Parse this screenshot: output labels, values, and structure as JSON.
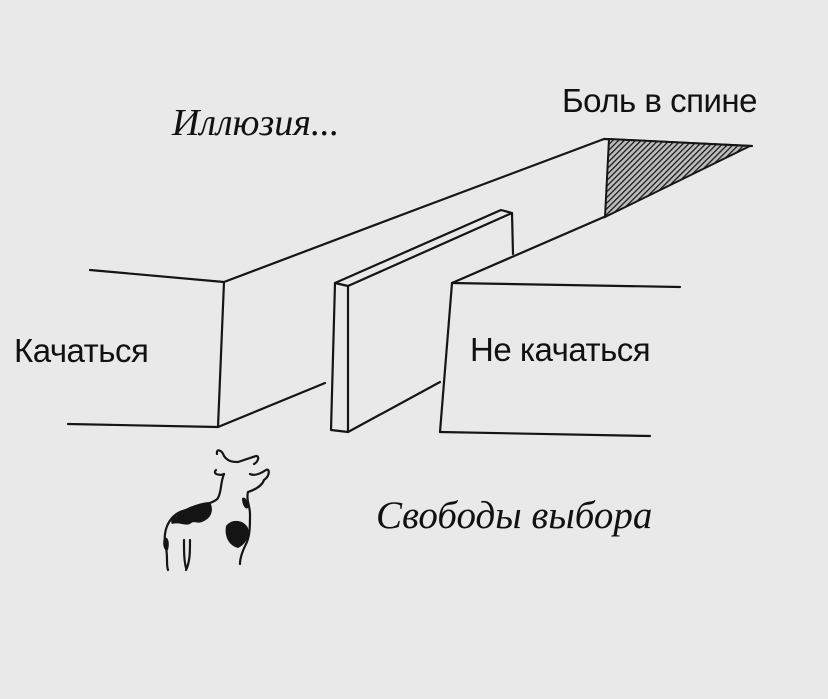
{
  "meme": {
    "title_caption": "Иллюзия...",
    "bottom_caption": "Свободы выбора",
    "labels": {
      "back_pain": "Боль в спине",
      "pump": "Качаться",
      "no_pump": "Не качаться"
    },
    "figure": {
      "subject": "cow-icon",
      "structure": "corridor-with-partition"
    },
    "colors": {
      "background": "#e9e9e9",
      "ink": "#151515"
    }
  }
}
